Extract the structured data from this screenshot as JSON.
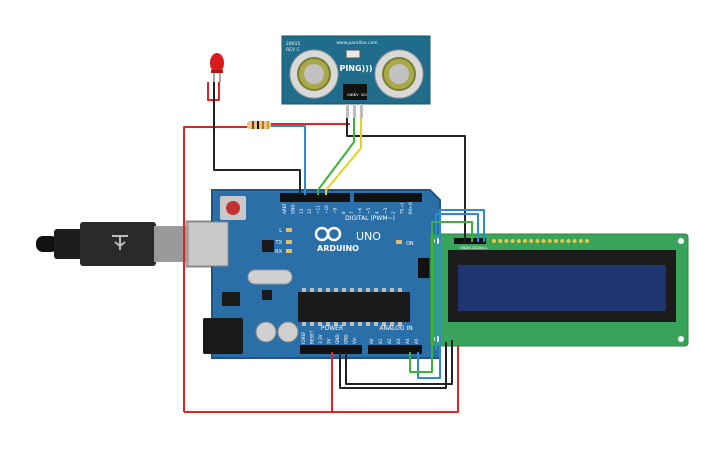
{
  "colors": {
    "board": "#2a6fa8",
    "board_edge": "#1f5485",
    "sensor_pcb": "#1f6d8a",
    "lcd_pcb": "#3aa35a",
    "lcd_screen": "#1e3572",
    "wire_red": "#e02424",
    "wire_black": "#222222",
    "wire_blue": "#2a8ccf",
    "wire_green": "#3bb33b",
    "wire_yellow": "#e3d21c",
    "led": "#d81c1c"
  },
  "sensor": {
    "model": "28015",
    "rev": "REV C",
    "url": "www.parallax.com",
    "logo": "PING)))",
    "pins": [
      "GND",
      "5V",
      "SIG"
    ]
  },
  "arduino": {
    "brand": "ARDUINO",
    "model": "UNO",
    "digital_label": "DIGITAL (PWM~)",
    "digital_pins": [
      "AREF",
      "GND",
      "13",
      "12",
      "~11",
      "~10",
      "~9",
      "8",
      "7",
      "~6",
      "~5",
      "4",
      "~3",
      "2",
      "TX→1",
      "RX←0"
    ],
    "power_label": "POWER",
    "power_pins": [
      "IOREF",
      "RESET",
      "3.3V",
      "5V",
      "GND",
      "GND",
      "Vin"
    ],
    "analog_label": "ANALOG IN",
    "analog_pins": [
      "A0",
      "A1",
      "A2",
      "A3",
      "A4",
      "A5"
    ],
    "led_labels": [
      "L",
      "TX",
      "RX"
    ],
    "on_label": "ON"
  },
  "lcd": {
    "pins": [
      "GND",
      "VCC",
      "SDA",
      "SCL"
    ]
  }
}
